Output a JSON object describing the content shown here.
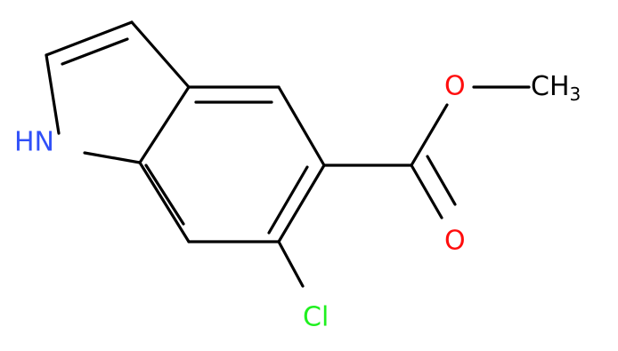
{
  "molecule": {
    "atoms": {
      "nh": {
        "label": "HN",
        "color": "#3050F8"
      },
      "ester_o": {
        "label": "O",
        "color": "#FF0D0D"
      },
      "carbonyl_o": {
        "label": "O",
        "color": "#FF0D0D"
      },
      "methyl": {
        "label": "CH",
        "subscript": "3",
        "color": "#000000"
      },
      "chlorine": {
        "label": "Cl",
        "color": "#1FF01F"
      }
    },
    "bond_color": "#000000"
  }
}
